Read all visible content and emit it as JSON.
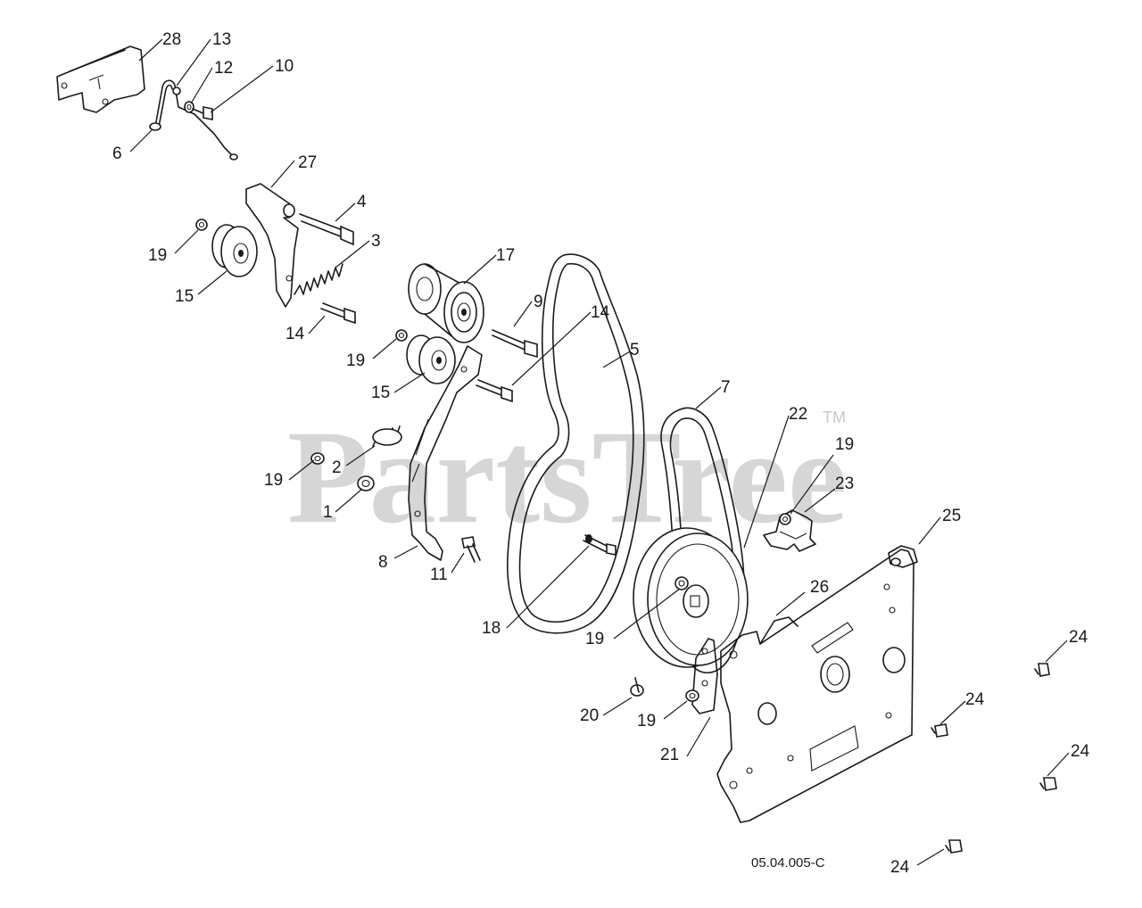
{
  "watermark": {
    "text": "PartsTree",
    "trademark": "TM"
  },
  "diagram_code": "05.04.005-C",
  "callouts": [
    {
      "id": "c28",
      "label": "28"
    },
    {
      "id": "c13",
      "label": "13"
    },
    {
      "id": "c12",
      "label": "12"
    },
    {
      "id": "c10",
      "label": "10"
    },
    {
      "id": "c6",
      "label": "6"
    },
    {
      "id": "c27",
      "label": "27"
    },
    {
      "id": "c4",
      "label": "4"
    },
    {
      "id": "c3",
      "label": "3"
    },
    {
      "id": "c19a",
      "label": "19"
    },
    {
      "id": "c15a",
      "label": "15"
    },
    {
      "id": "c17",
      "label": "17"
    },
    {
      "id": "c9",
      "label": "9"
    },
    {
      "id": "c14a",
      "label": "14"
    },
    {
      "id": "c14b",
      "label": "14"
    },
    {
      "id": "c19b",
      "label": "19"
    },
    {
      "id": "c15b",
      "label": "15"
    },
    {
      "id": "c5",
      "label": "5"
    },
    {
      "id": "c7",
      "label": "7"
    },
    {
      "id": "c22",
      "label": "22"
    },
    {
      "id": "c19c",
      "label": "19"
    },
    {
      "id": "c23",
      "label": "23"
    },
    {
      "id": "c19d",
      "label": "19"
    },
    {
      "id": "c2",
      "label": "2"
    },
    {
      "id": "c1",
      "label": "1"
    },
    {
      "id": "c25",
      "label": "25"
    },
    {
      "id": "c8",
      "label": "8"
    },
    {
      "id": "c11",
      "label": "11"
    },
    {
      "id": "c26",
      "label": "26"
    },
    {
      "id": "c18",
      "label": "18"
    },
    {
      "id": "c19e",
      "label": "19"
    },
    {
      "id": "c24a",
      "label": "24"
    },
    {
      "id": "c20",
      "label": "20"
    },
    {
      "id": "c19f",
      "label": "19"
    },
    {
      "id": "c24b",
      "label": "24"
    },
    {
      "id": "c21",
      "label": "21"
    },
    {
      "id": "c24c",
      "label": "24"
    },
    {
      "id": "c24d",
      "label": "24"
    }
  ]
}
